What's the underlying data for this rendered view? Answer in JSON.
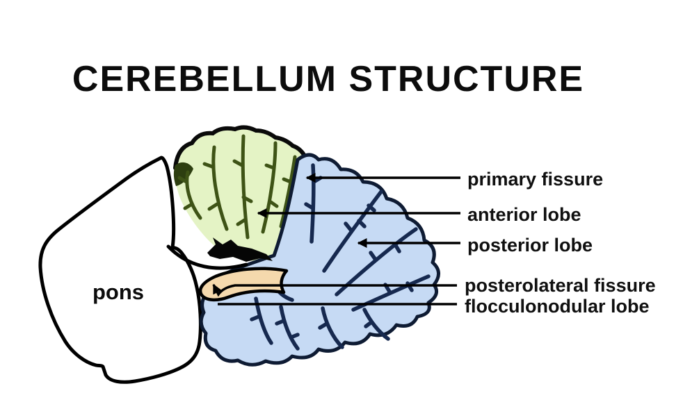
{
  "title": "CEREBELLUM STRUCTURE",
  "diagram": {
    "pons_label": "pons",
    "labels": [
      {
        "id": "primary-fissure",
        "text": "primary fissure"
      },
      {
        "id": "anterior-lobe",
        "text": "anterior lobe"
      },
      {
        "id": "posterior-lobe",
        "text": "posterior lobe"
      },
      {
        "id": "posterolateral-fissure",
        "text": "posterolateral fissure"
      },
      {
        "id": "flocculonodular-lobe",
        "text": "flocculonodular lobe"
      }
    ]
  },
  "colors": {
    "background": "#ffffff",
    "outline": "#000000",
    "anterior_lobe_fill": "#e4f3c5",
    "anterior_branches": "#3e5316",
    "posterior_lobe_fill": "#c6daf4",
    "posterior_branches": "#16294f",
    "flocculonodular_fill": "#f5d9ad"
  }
}
